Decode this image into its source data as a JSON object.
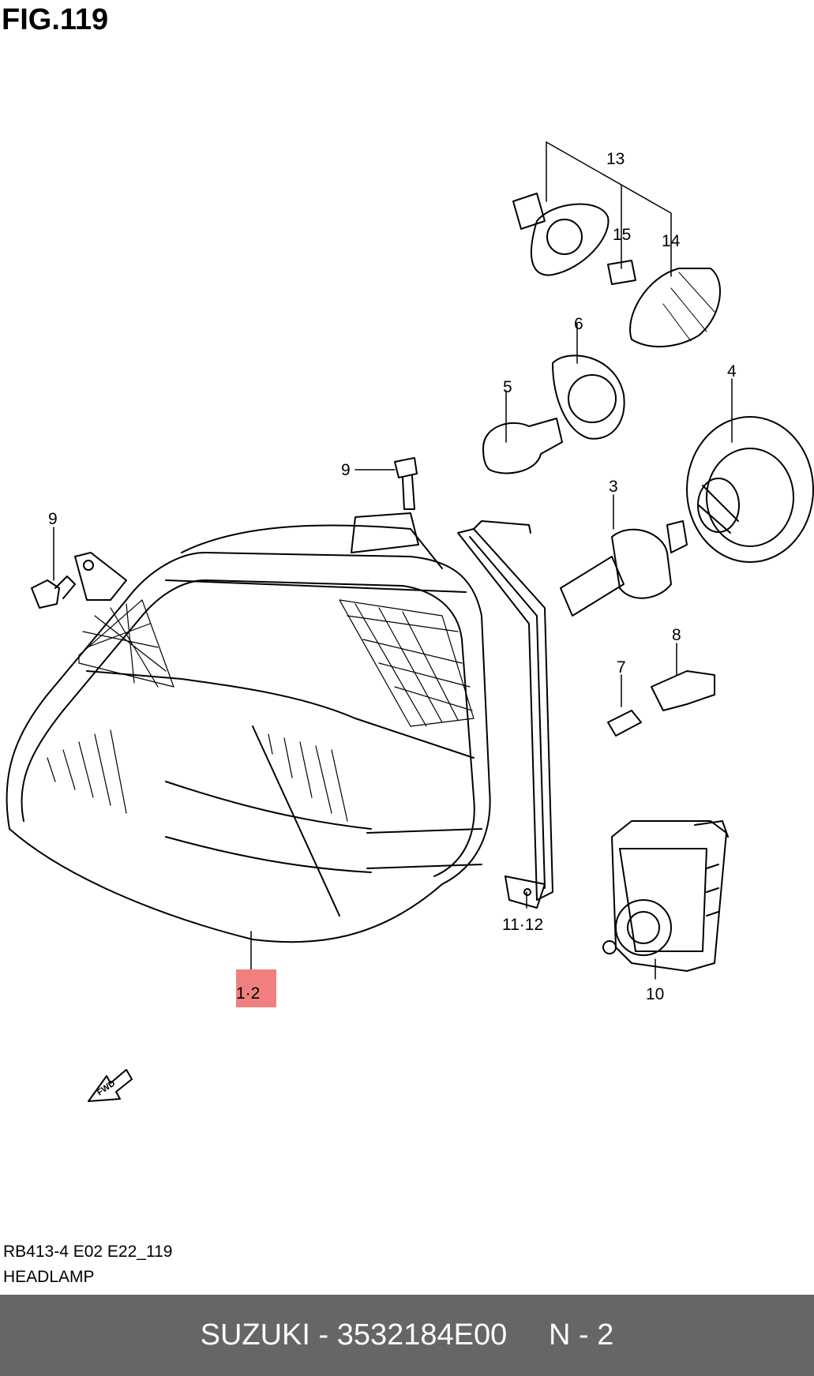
{
  "figure": {
    "title": "FIG.119",
    "code": "RB413-4 E02 E22_119",
    "caption": "HEADLAMP"
  },
  "callouts": {
    "c13": "13",
    "c15": "15",
    "c14": "14",
    "c6": "6",
    "c5": "5",
    "c4": "4",
    "c9a": "9",
    "c9b": "9",
    "c3": "3",
    "c8": "8",
    "c7": "7",
    "c1112": "11·12",
    "c10": "10",
    "c12": "1·2"
  },
  "highlight_color": "#f08080",
  "fwd_label": "FWD",
  "footer": {
    "text": "SUZUKI - 3532184E00     N - 2"
  },
  "colors": {
    "footer_bg": "#666666",
    "footer_text": "#ffffff"
  }
}
